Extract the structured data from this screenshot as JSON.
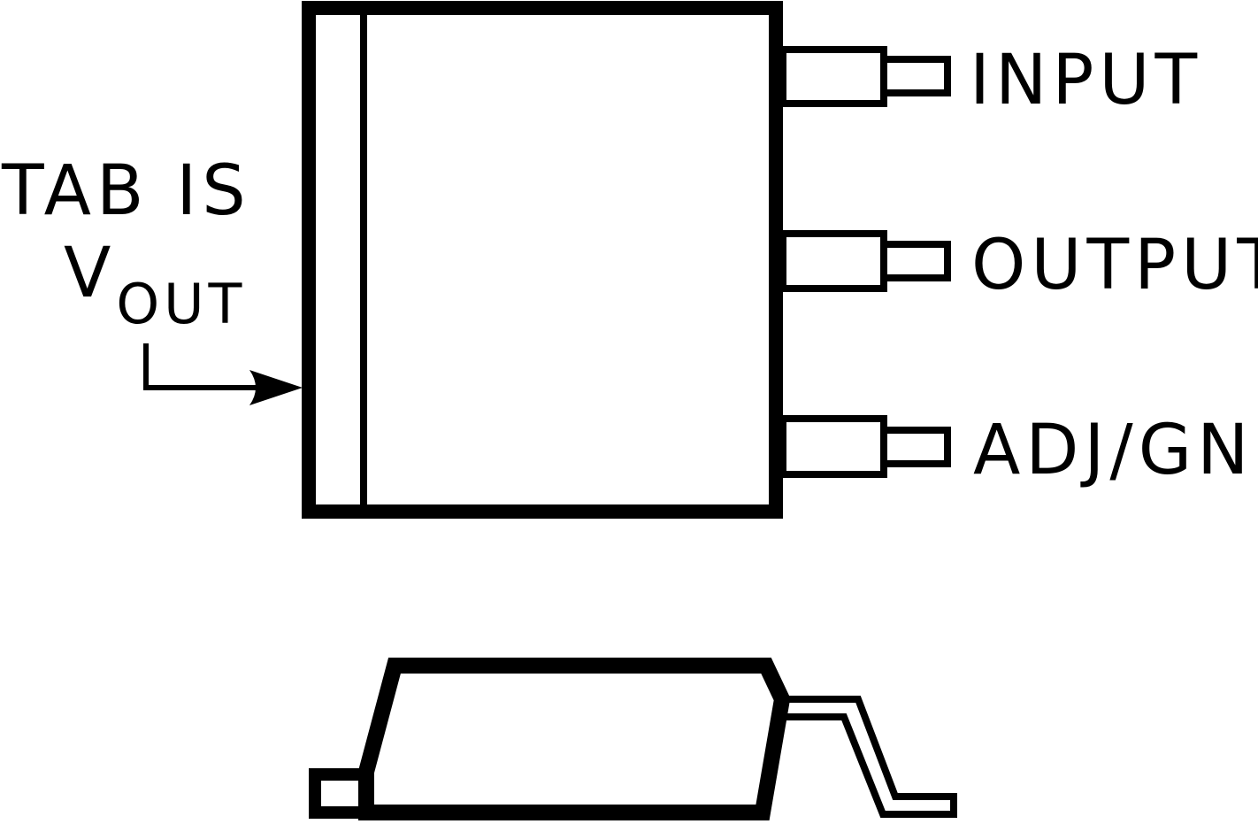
{
  "diagram": {
    "pins": {
      "input": "INPUT",
      "output": "OUTPUT",
      "adj_gnd": "ADJ/GND"
    },
    "tab_note": {
      "line1": "TAB IS",
      "v_main": "V",
      "v_sub": "OUT"
    }
  },
  "colors": {
    "stroke": "#000000",
    "background": "#ffffff"
  }
}
